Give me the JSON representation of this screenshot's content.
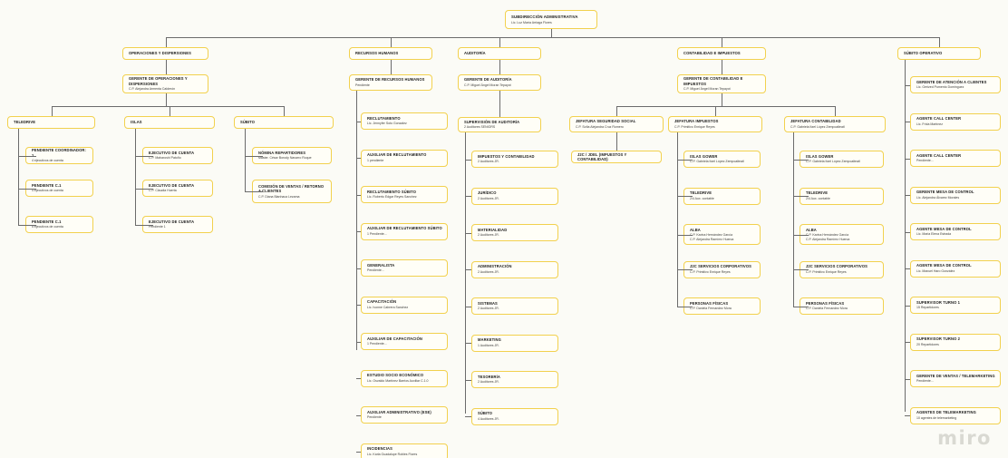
{
  "watermark": "miro",
  "colors": {
    "canvas_bg": "#fbfbf6",
    "node_fill": "#fffef7",
    "node_border": "#f2d14e",
    "connector": "#6b6b6b",
    "title_text": "#1a1a1a",
    "subtitle_text": "#3d3d3d",
    "watermark": "#d9d9d2"
  },
  "chart_data": {
    "type": "diagram",
    "title": "Subdirección Administrativa - Organigrama",
    "layout": "top-down organizational tree, 5 primary divisions"
  },
  "root": {
    "title": "SUBDIRECCIÓN ADMINISTRATIVA",
    "subtitle": "Lic. Luz María Arriaga Flores"
  },
  "divisions": [
    {
      "id": "operaciones",
      "title": "OPERACIONES Y DISPERSIONES",
      "manager": {
        "title": "GERENTE DE OPERACIONES Y DISPERSIONES",
        "subtitle": "C.P. Alejandra Armenta Calderón"
      },
      "groups": [
        {
          "title": "TELEDRIVE",
          "items": [
            {
              "title": "Pendiente Coordinador: 1",
              "subtitle": "4 ejecutivos de cuenta"
            },
            {
              "title": "Pendiente C.1",
              "subtitle": "4 ejecutivos de cuenta"
            },
            {
              "title": "Pendiente C.1",
              "subtitle": "5 ejecutivos de cuenta"
            }
          ]
        },
        {
          "title": "ISLAS",
          "items": [
            {
              "title": "EJECUTIVO DE CUENTA",
              "subtitle": "C.P. Maharoshi Patoño"
            },
            {
              "title": "EJECUTIVO DE CUENTA",
              "subtitle": "C.P. Claudia Huerta"
            },
            {
              "title": "EJECUTIVO DE CUENTA",
              "subtitle": "Pendiente 1"
            }
          ]
        },
        {
          "title": "SÚBITO",
          "items": [
            {
              "title": "NÓMINA REPARTIDORES",
              "subtitle": "Master. César Borody Navarro Roque"
            },
            {
              "title": "COMISIÓN DE VENTAS / RETORNO A CLIENTES",
              "subtitle": "C.P. Diana Blanhaca Lezama"
            }
          ]
        }
      ]
    },
    {
      "id": "recursos-humanos",
      "title": "RECURSOS HUMANOS",
      "manager": {
        "title": "GERENTE DE RECURSOS HUMANOS",
        "subtitle": "Pendiente"
      },
      "items": [
        {
          "title": "RECLUTAMIENTO",
          "subtitle": "Lic. Jennyfer Soto Gonzalez"
        },
        {
          "title": "AUXILIAR DE RECLUTAMIENTO",
          "subtitle": "1 pendiente"
        },
        {
          "title": "RECLUTAMIENTO SÚBITO",
          "subtitle": "Lic. Roberto Edgar Reyes Sanchez"
        },
        {
          "title": "AUXILIAR DE RECLUTAMIENTO SÚBITO",
          "subtitle": "1 Pendiente..."
        },
        {
          "title": "GENERALISTA",
          "subtitle": "Pendiente..."
        },
        {
          "title": "CAPACITACIÓN",
          "subtitle": "Lic. Ivonne Cabrera Sanchez"
        },
        {
          "title": "AUXILIAR DE CAPACITACIÓN",
          "subtitle": "1 Pendiente..."
        },
        {
          "title": "ESTUDIO SOCIO ECONÓMICO",
          "subtitle": "Lic. Osvaldo Martínez Barrios Auxiliar C.1.0"
        },
        {
          "title": "AUXILIAR ADMINISTRATIVO (ESE)",
          "subtitle": "Pendiente"
        },
        {
          "title": "INCIDENCIAS",
          "subtitle": "Lic. Karla Guadalupe Robles Flores"
        }
      ]
    },
    {
      "id": "auditoria",
      "title": "AUDITORÍA",
      "manager": {
        "title": "GERENTE DE AUDITORÍA",
        "subtitle": "C.P. Miguel Ángel Moran Tepayot"
      },
      "supervision": {
        "title": "SUPERVISIÓN DE AUDITORÍA",
        "subtitle": "2 Auditores SENIORS"
      },
      "items": [
        {
          "title": "IMPUESTOS Y CONTABILIDAD",
          "subtitle": "2 Auditores JR."
        },
        {
          "title": "JURÍDICO",
          "subtitle": "2 Auditores JR."
        },
        {
          "title": "MATERIALIDAD",
          "subtitle": "2 Auditores JR."
        },
        {
          "title": "ADMINISTRACIÓN",
          "subtitle": "2 Auditores JR."
        },
        {
          "title": "SISTEMAS",
          "subtitle": "2 Auditores JR."
        },
        {
          "title": "MARKETING",
          "subtitle": "1 Auditores JR."
        },
        {
          "title": "TESORERÍA",
          "subtitle": "2 Auditores JR."
        },
        {
          "title": "SÚBITO",
          "subtitle": "4 Auditores JR."
        }
      ]
    },
    {
      "id": "contabilidad",
      "title": "CONTABILIDAD E IMPUESTOS",
      "manager": {
        "title": "GERENTE DE CONTABILIDAD E IMPUESTOS",
        "subtitle": "C.P. Miguel Ángel Moran Tepayot"
      },
      "groups": [
        {
          "title": "JEFATURA SEGURIDAD SOCIAL",
          "subtitle": "C.P. Sofía Alejandra Cruz Romero",
          "items": [
            {
              "title": "J2C / JDEL (IMPUESTOS Y CONTABILIDAD)",
              "subtitle": ""
            }
          ]
        },
        {
          "title": "JEFATURA IMPUESTOS",
          "subtitle": "C.P. Primitivo Enrique Reyes",
          "items": [
            {
              "title": "ISLAS GOWER",
              "subtitle": "C.P. Gabriela Itzel López Zempoalteatl"
            },
            {
              "title": "TELEDRIVE",
              "subtitle": "2/4 Aux. contable"
            },
            {
              "title": "ALBA",
              "subtitle": "C.P. Karina Hernández García\nC.P. Alejandra Ramírez Huerca"
            },
            {
              "title": "J2C SERVICIOS CORPORATIVOS",
              "subtitle": "C.P. Primitivo Enrique Reyes"
            },
            {
              "title": "PERSONAS FÍSICAS",
              "subtitle": "C.P. Daniela Fernandez Mora"
            }
          ]
        },
        {
          "title": "JEFATURA CONTABILIDAD",
          "subtitle": "C.P. Gabriela Itzel López Zempoalteatl",
          "items": [
            {
              "title": "ISLAS GOWER",
              "subtitle": "C.P. Gabriela Itzel López Zempoalteatl"
            },
            {
              "title": "TELEDRIVE",
              "subtitle": "2/4 Aux. contable"
            },
            {
              "title": "ALBA",
              "subtitle": "C.P. Karina Hernández García\nC.P. Alejandra Ramírez Huerca"
            },
            {
              "title": "J2C SERVICIOS CORPORATIVOS",
              "subtitle": "C.P. Primitivo Enrique Reyes"
            },
            {
              "title": "PERSONAS FÍSICAS",
              "subtitle": "C.P. Daniela Fernandez Mora"
            }
          ]
        }
      ]
    },
    {
      "id": "subito-operativo",
      "title": "SÚBITO OPERATIVO",
      "items": [
        {
          "title": "GERENTE DE ATENCIÓN A CLIENTES",
          "subtitle": "Lic. Gerized Pumento Dominguez"
        },
        {
          "title": "AGENTE CALL CENTER",
          "subtitle": "Lic. Frida Martínez"
        },
        {
          "title": "AGENTE CALL CENTER",
          "subtitle": "Pendiente..."
        },
        {
          "title": "GERENTE MESA DE CONTROL",
          "subtitle": "Lic. Alejandra Álvarez Morales"
        },
        {
          "title": "AGENTE MESA DE CONTROL",
          "subtitle": "Lic. Maria Elena Estrada"
        },
        {
          "title": "AGENTE MESA DE CONTROL",
          "subtitle": "Lic. Manuel Haro González"
        },
        {
          "title": "SUPERVISOR TURNO 1",
          "subtitle": "15 Repartidores"
        },
        {
          "title": "SUPERVISOR TURNO 2",
          "subtitle": "20 Repartidores"
        },
        {
          "title": "GERENTE DE VENTAS / TELEMARKETING",
          "subtitle": "Pendiente..."
        },
        {
          "title": "AGENTES DE TELEMARKETING",
          "subtitle": "10 agentes de telemarketing"
        }
      ]
    }
  ]
}
